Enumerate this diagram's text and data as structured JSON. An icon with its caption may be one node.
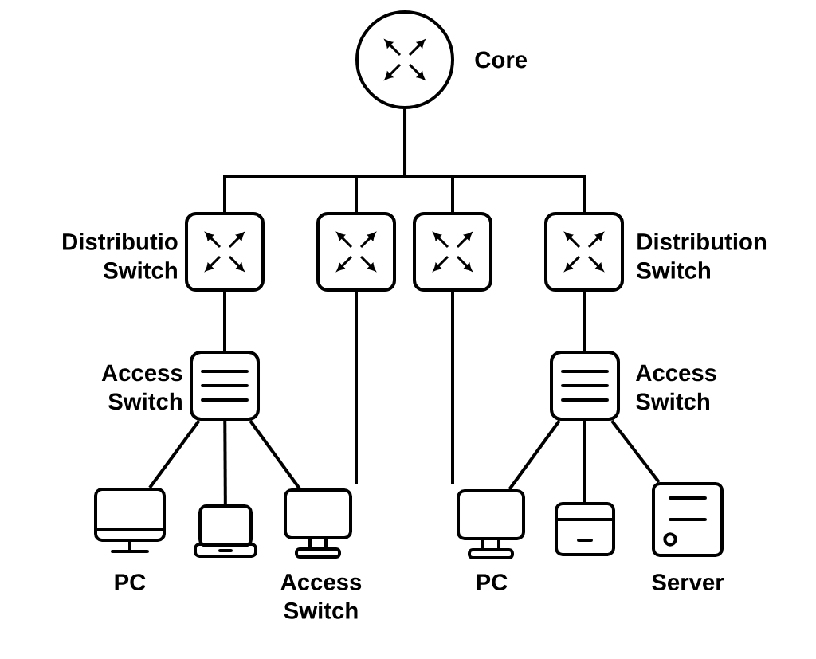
{
  "diagram": {
    "nodes": [
      {
        "text": [
          "Core"
        ]
      },
      {
        "text": [
          "Distributio Switch"
        ]
      },
      {
        "text": [],
        "shape": "box"
      },
      {
        "text": [],
        "shape": "box"
      },
      {
        "text": [
          "Distribution Switch"
        ]
      },
      {
        "text": [
          "Access Switch"
        ]
      },
      {
        "text": [
          "Access Switch"
        ]
      },
      {
        "text": [
          "PC"
        ]
      },
      {
        "text": [],
        "shape": "laptop"
      },
      {
        "text": [
          "Access Switch"
        ]
      },
      {
        "text": [
          "PC"
        ]
      },
      {
        "text": [],
        "shape": "box"
      },
      {
        "text": [
          "Server"
        ]
      }
    ],
    "edges": [
      {
        "from": 0,
        "to": 1,
        "arrow": "none"
      },
      {
        "from": 0,
        "to": 2,
        "arrow": "none"
      },
      {
        "from": 0,
        "to": 3,
        "arrow": "none"
      },
      {
        "from": 0,
        "to": 4,
        "arrow": "none"
      },
      {
        "from": 1,
        "to": 5,
        "arrow": "none"
      },
      {
        "from": 2,
        "to": null,
        "arrow": "none"
      },
      {
        "from": 3,
        "to": null,
        "arrow": "none"
      },
      {
        "from": 4,
        "to": 6,
        "arrow": "none"
      },
      {
        "from": 5,
        "to": 7,
        "arrow": "none"
      },
      {
        "from": 5,
        "to": 8,
        "arrow": "none"
      },
      {
        "from": 5,
        "to": 9,
        "arrow": "none"
      },
      {
        "from": 6,
        "to": 10,
        "arrow": "none"
      },
      {
        "from": 6,
        "to": 11,
        "arrow": "none"
      },
      {
        "from": 6,
        "to": 12,
        "arrow": "none"
      }
    ]
  }
}
